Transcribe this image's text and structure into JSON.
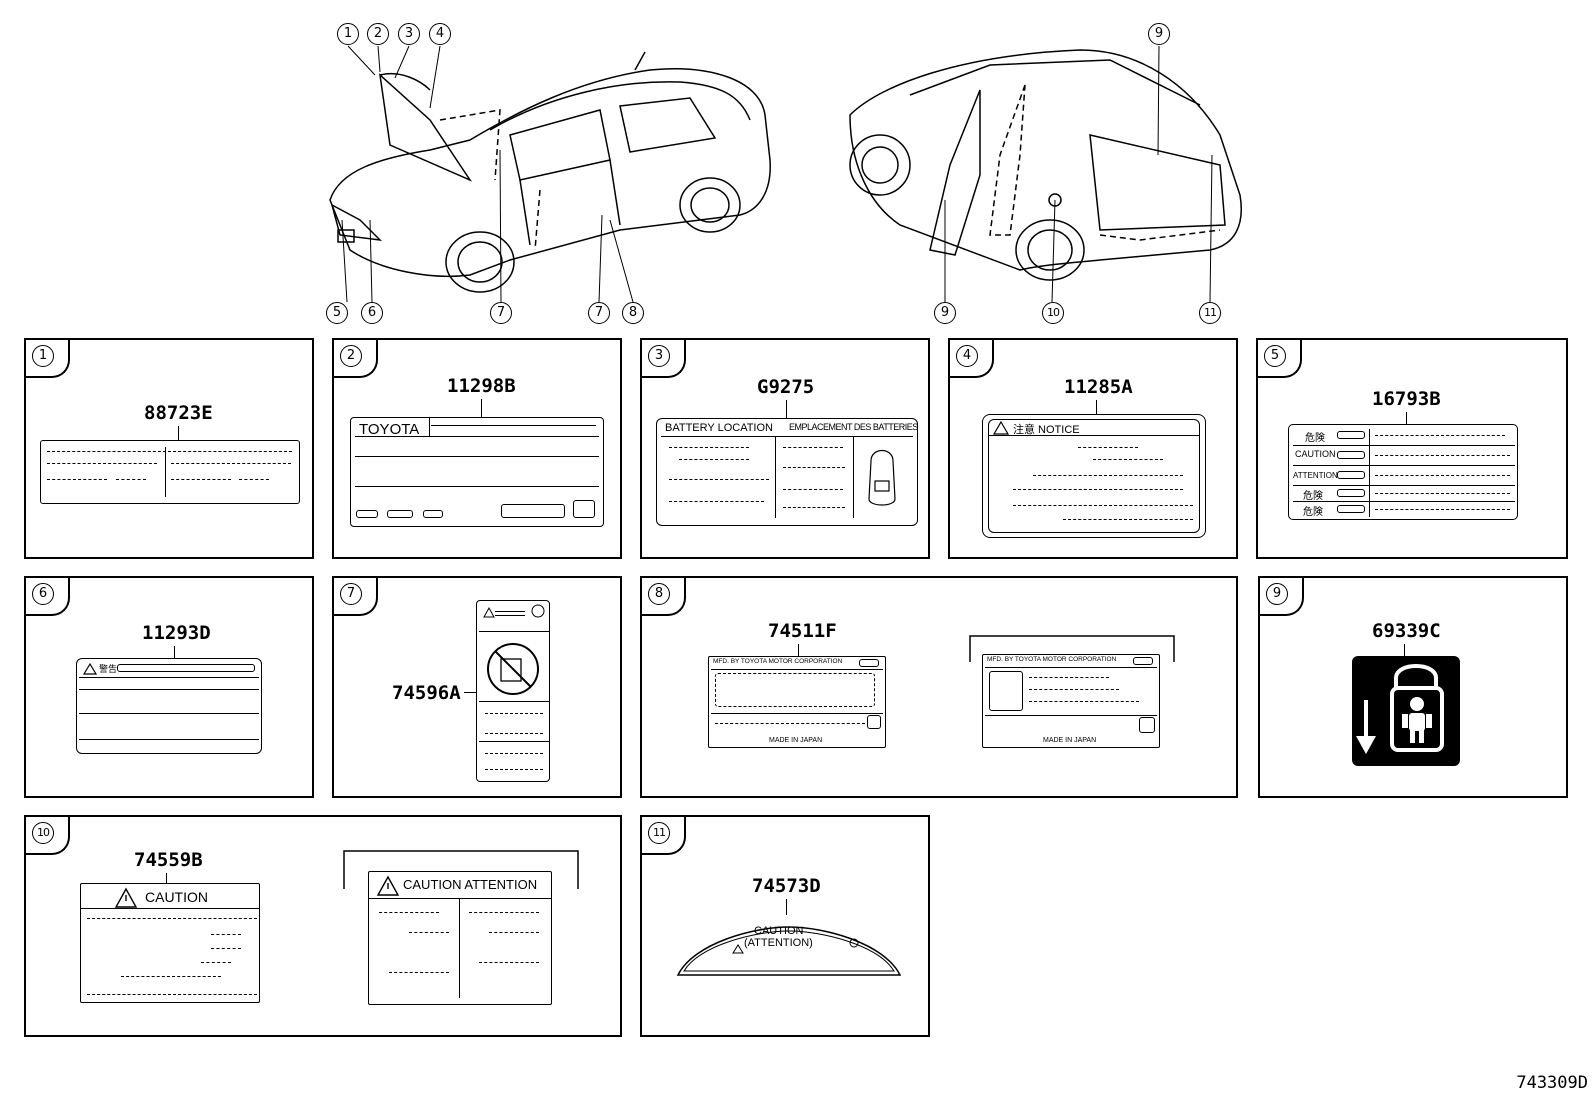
{
  "callouts_front": [
    "1",
    "2",
    "3",
    "4",
    "5",
    "6",
    "7",
    "7",
    "8"
  ],
  "callouts_rear": [
    "9",
    "9",
    "10",
    "11"
  ],
  "panels": [
    {
      "num": "1",
      "part": "88723E"
    },
    {
      "num": "2",
      "part": "11298B",
      "brand": "TOYOTA"
    },
    {
      "num": "3",
      "part": "G9275",
      "left_title": "BATTERY LOCATION",
      "right_title": "EMPLACEMENT DES BATTERIES"
    },
    {
      "num": "4",
      "part": "11285A",
      "title": "注意 NOTICE"
    },
    {
      "num": "5",
      "part": "16793B",
      "rows": [
        "危険",
        "CAUTION",
        "ATTENTION",
        "危険",
        "危険"
      ]
    },
    {
      "num": "6",
      "part": "11293D",
      "title": "警告"
    },
    {
      "num": "7",
      "part": "74596A"
    },
    {
      "num": "8",
      "part": "74511F",
      "maker": "MFD. BY TOYOTA MOTOR CORPORATION",
      "made": "MADE IN JAPAN"
    },
    {
      "num": "9",
      "part": "69339C"
    },
    {
      "num": "10",
      "part": "74559B",
      "title": "CAUTION",
      "alt_title": "CAUTION ATTENTION"
    },
    {
      "num": "11",
      "part": "74573D",
      "line1": "CAUTION",
      "line2": "(ATTENTION)"
    }
  ],
  "figure_number": "743309D"
}
